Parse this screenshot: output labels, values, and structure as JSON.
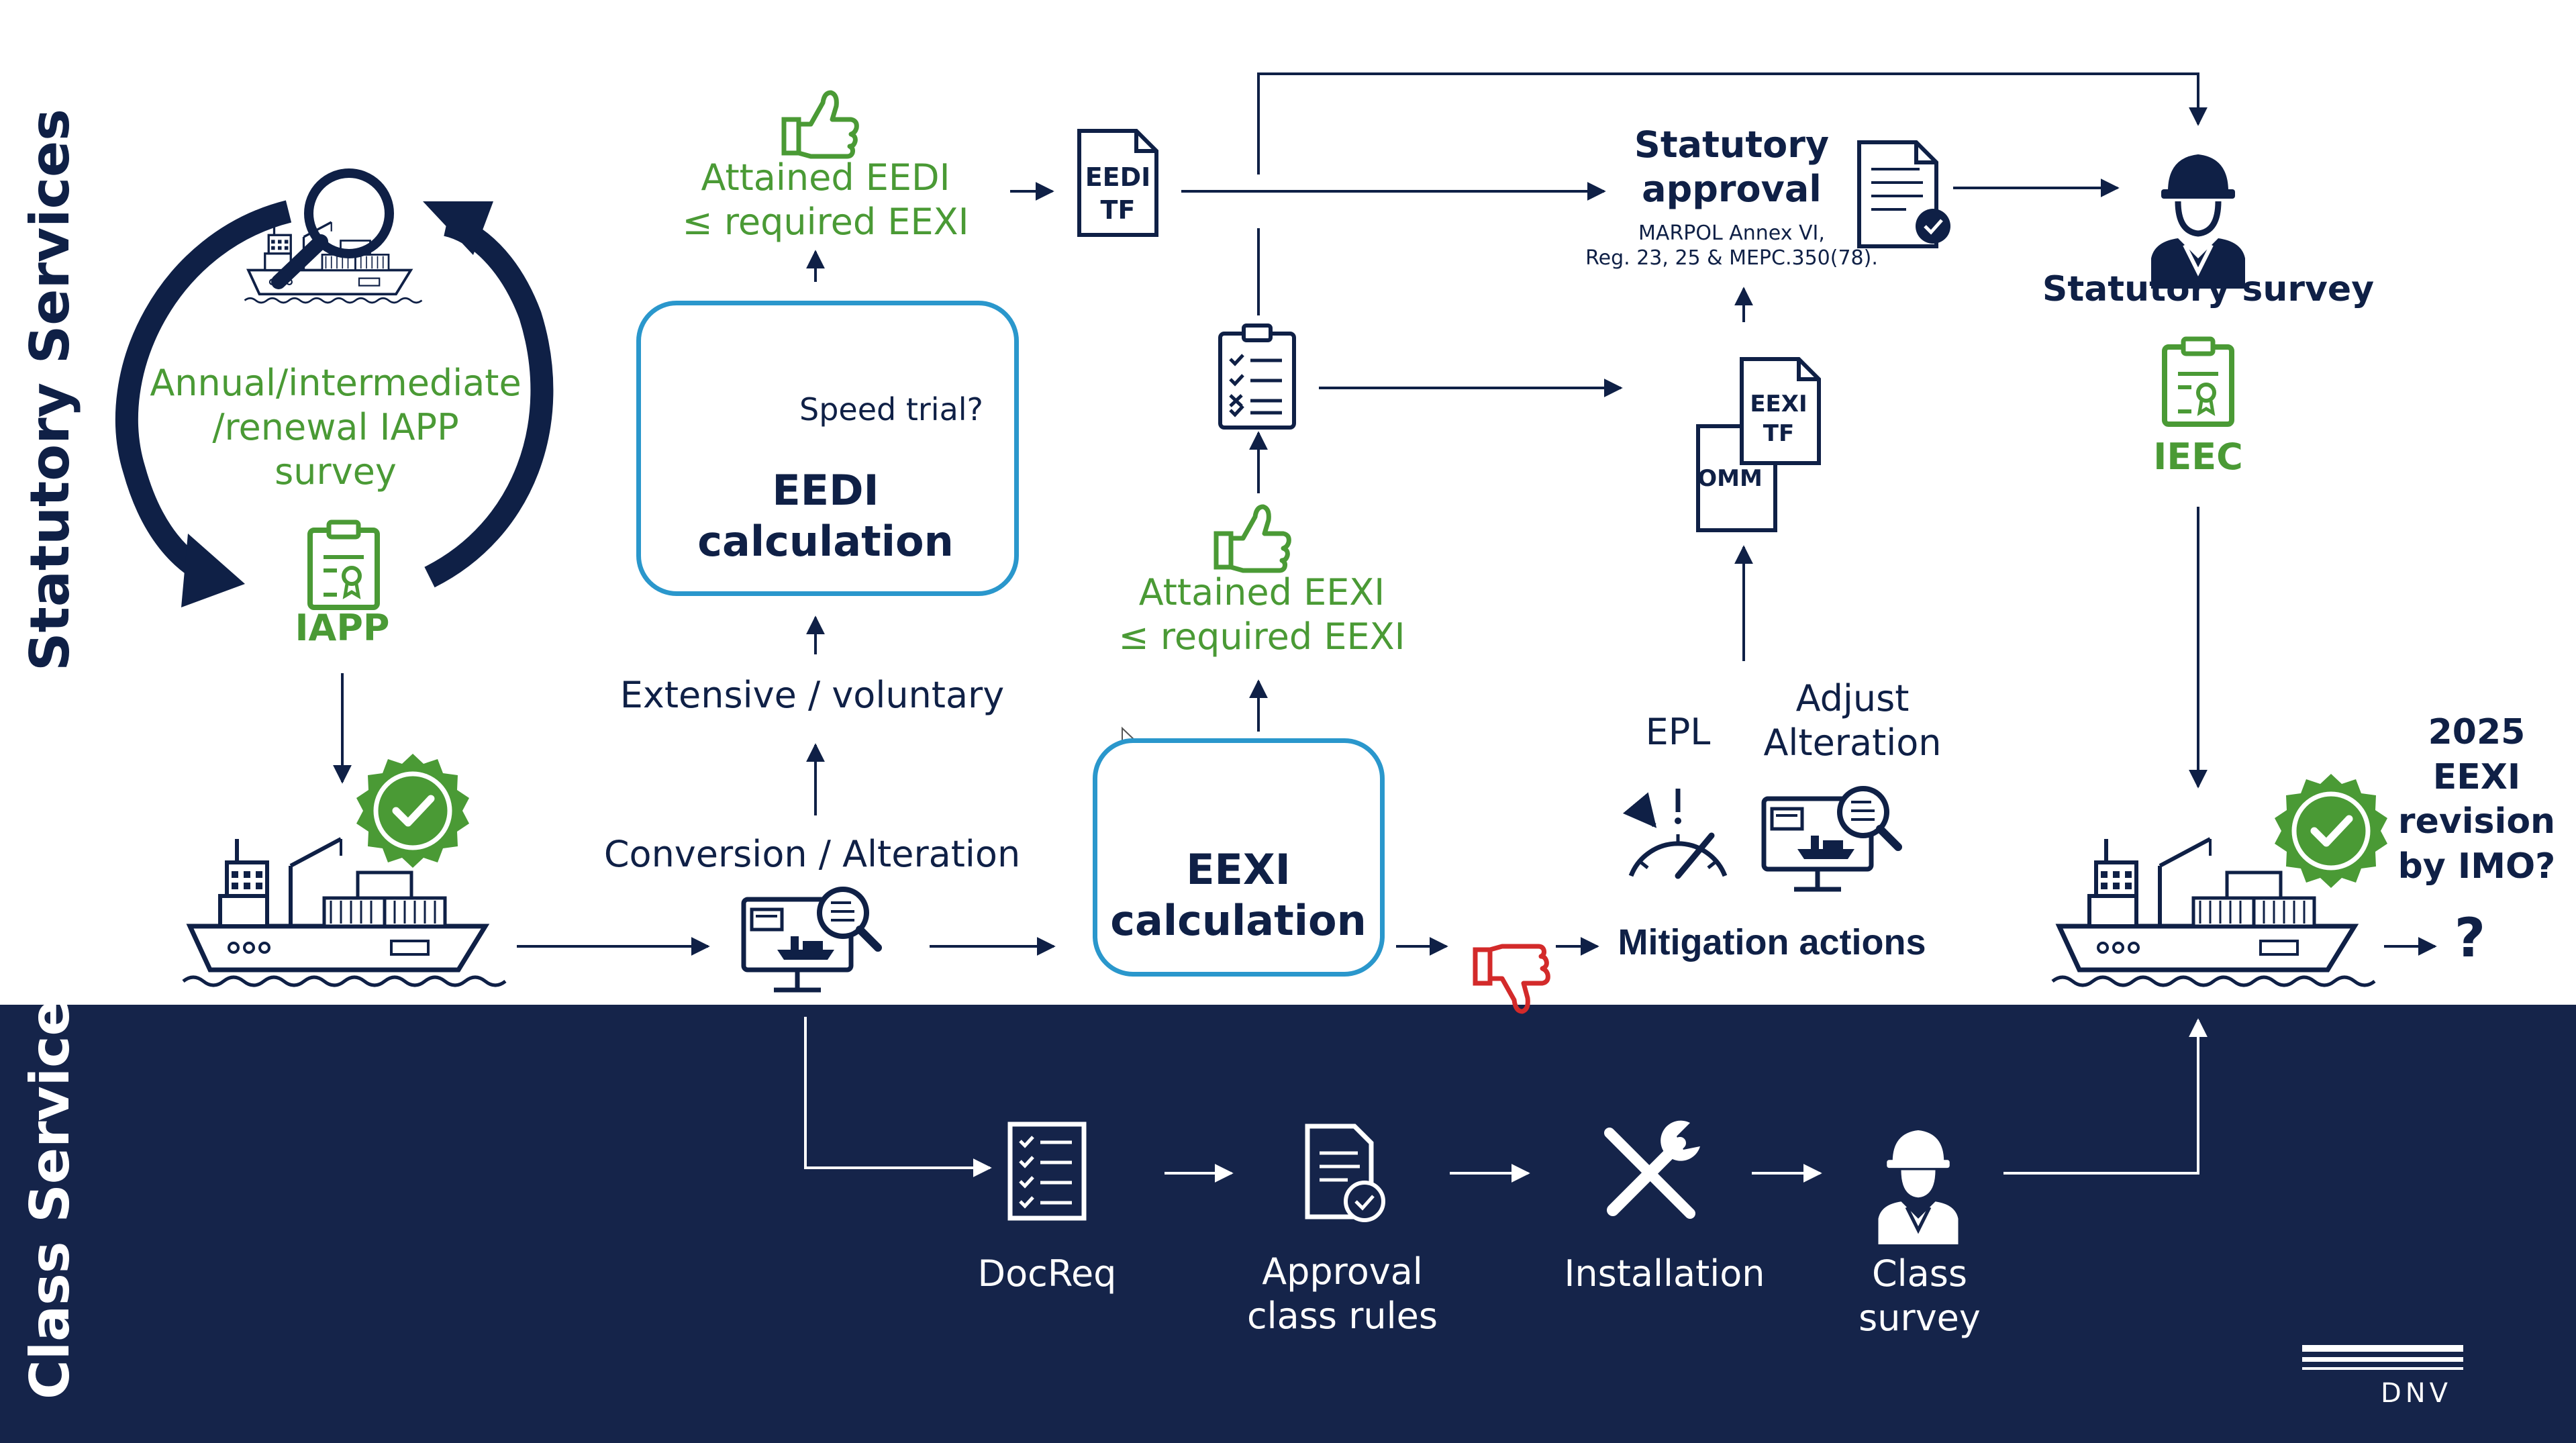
{
  "sections": {
    "statutory": "Statutory Services",
    "class": "Class Services"
  },
  "colors": {
    "navy": "#0f2046",
    "band": "#15244a",
    "green": "#4a9a35",
    "cyan": "#2a97cc",
    "red": "#d32a2a",
    "white": "#ffffff"
  },
  "survey_cycle": {
    "label": "Annual/intermediate\n/renewal  IAPP\nsurvey",
    "certificate": "IAPP",
    "icons": [
      "magnifier-ship-icon",
      "cycle-arrow-icon",
      "certificate-icon"
    ]
  },
  "eedi": {
    "attained": "Attained EEDI\n≤ required EEXI",
    "tf": "EEDI\nTF",
    "speed_trial": "Speed trial?",
    "calculation": "EEDI\ncalculation",
    "extensive": "Extensive / voluntary",
    "conversion": "Conversion / Alteration"
  },
  "eexi": {
    "attained": "Attained EEXI\n≤ required EEXI",
    "calculation": "EEXI\ncalculation"
  },
  "approval": {
    "title": "Statutory\napproval",
    "subtitle": "MARPOL Annex VI,\nReg. 23, 25 & MEPC.350(78).",
    "eexi_tf": "EEXI\nTF",
    "omm": "OMM"
  },
  "mitigation": {
    "epl": "EPL",
    "adjust": "Adjust\nAlteration",
    "actions": "Mitigation actions"
  },
  "statutory_survey": {
    "title": "Statutory survey",
    "certificate": "IEEC"
  },
  "revision": {
    "text": "2025\nEEXI\nrevision\nby IMO?",
    "mark": "?"
  },
  "class_steps": [
    {
      "label": "DocReq",
      "icon": "checklist-icon"
    },
    {
      "label": "Approval\nclass rules",
      "icon": "document-approval-icon"
    },
    {
      "label": "Installation",
      "icon": "wrench-screwdriver-icon"
    },
    {
      "label": "Class\nsurvey",
      "icon": "surveyor-icon"
    }
  ],
  "logo": "DNV"
}
